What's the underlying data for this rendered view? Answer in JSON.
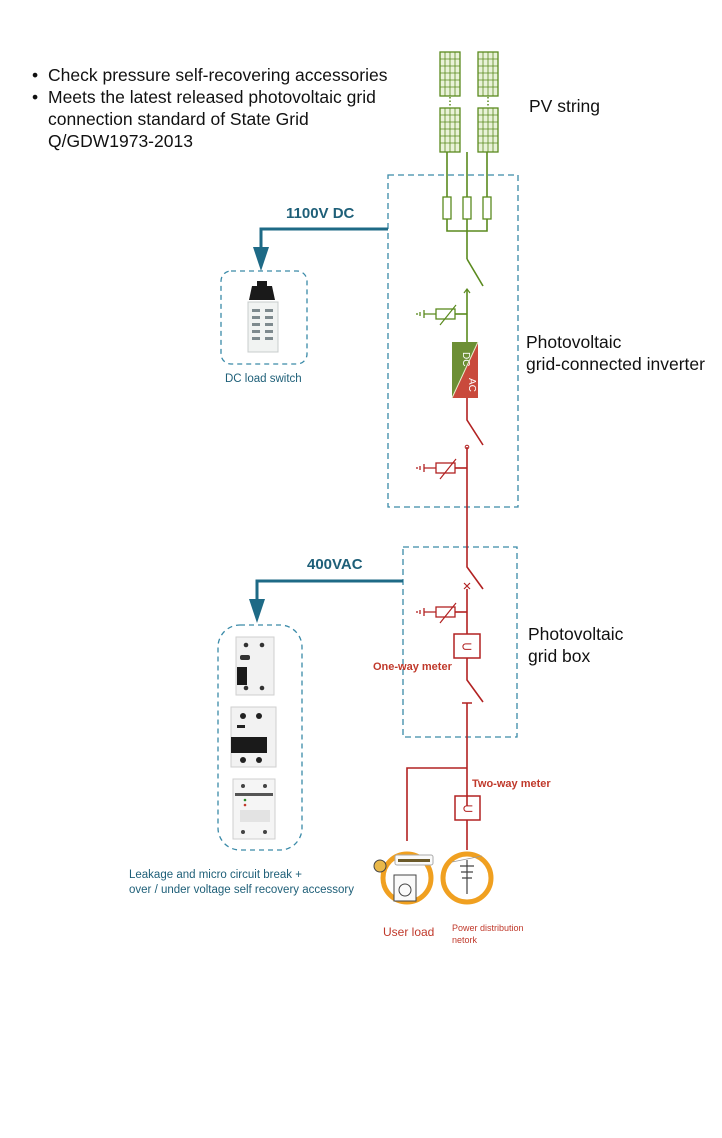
{
  "bullets": [
    "Check pressure self-recovering accessories",
    "Meets the latest released photovoltaic grid connection standard of State Grid Q/GDW1973-2013"
  ],
  "bullet_lines": {
    "b1": "Check pressure self-recovering accessories",
    "b2_l1": "Meets the latest released photovoltaic grid",
    "b2_l2": "connection standard of State Grid",
    "b2_l3": "Q/GDW1973-2013"
  },
  "labels": {
    "pv_string": "PV string",
    "inverter_l1": "Photovoltaic",
    "inverter_l2": "grid-connected inverter",
    "grid_box_l1": "Photovoltaic",
    "grid_box_l2": "grid box",
    "dc_voltage": "1100V DC",
    "ac_voltage": "400VAC",
    "dc_load_switch": "DC load switch",
    "accessory_l1": "Leakage and micro circuit break +",
    "accessory_l2": "over / under voltage self recovery accessory",
    "one_way_meter": "One-way meter",
    "two_way_meter": "Two-way meter",
    "user_load": "User load",
    "power_dist_l1": "Power distribution",
    "power_dist_l2": "netork",
    "inverter_dc": "DC",
    "inverter_ac": "AC",
    "meter_symbol": "⊂"
  },
  "colors": {
    "dc_green": "#5a8a1e",
    "ac_red": "#b22222",
    "teal": "#1e6a86",
    "dashed_teal": "#3a8aa8",
    "orange": "#f0a020"
  }
}
